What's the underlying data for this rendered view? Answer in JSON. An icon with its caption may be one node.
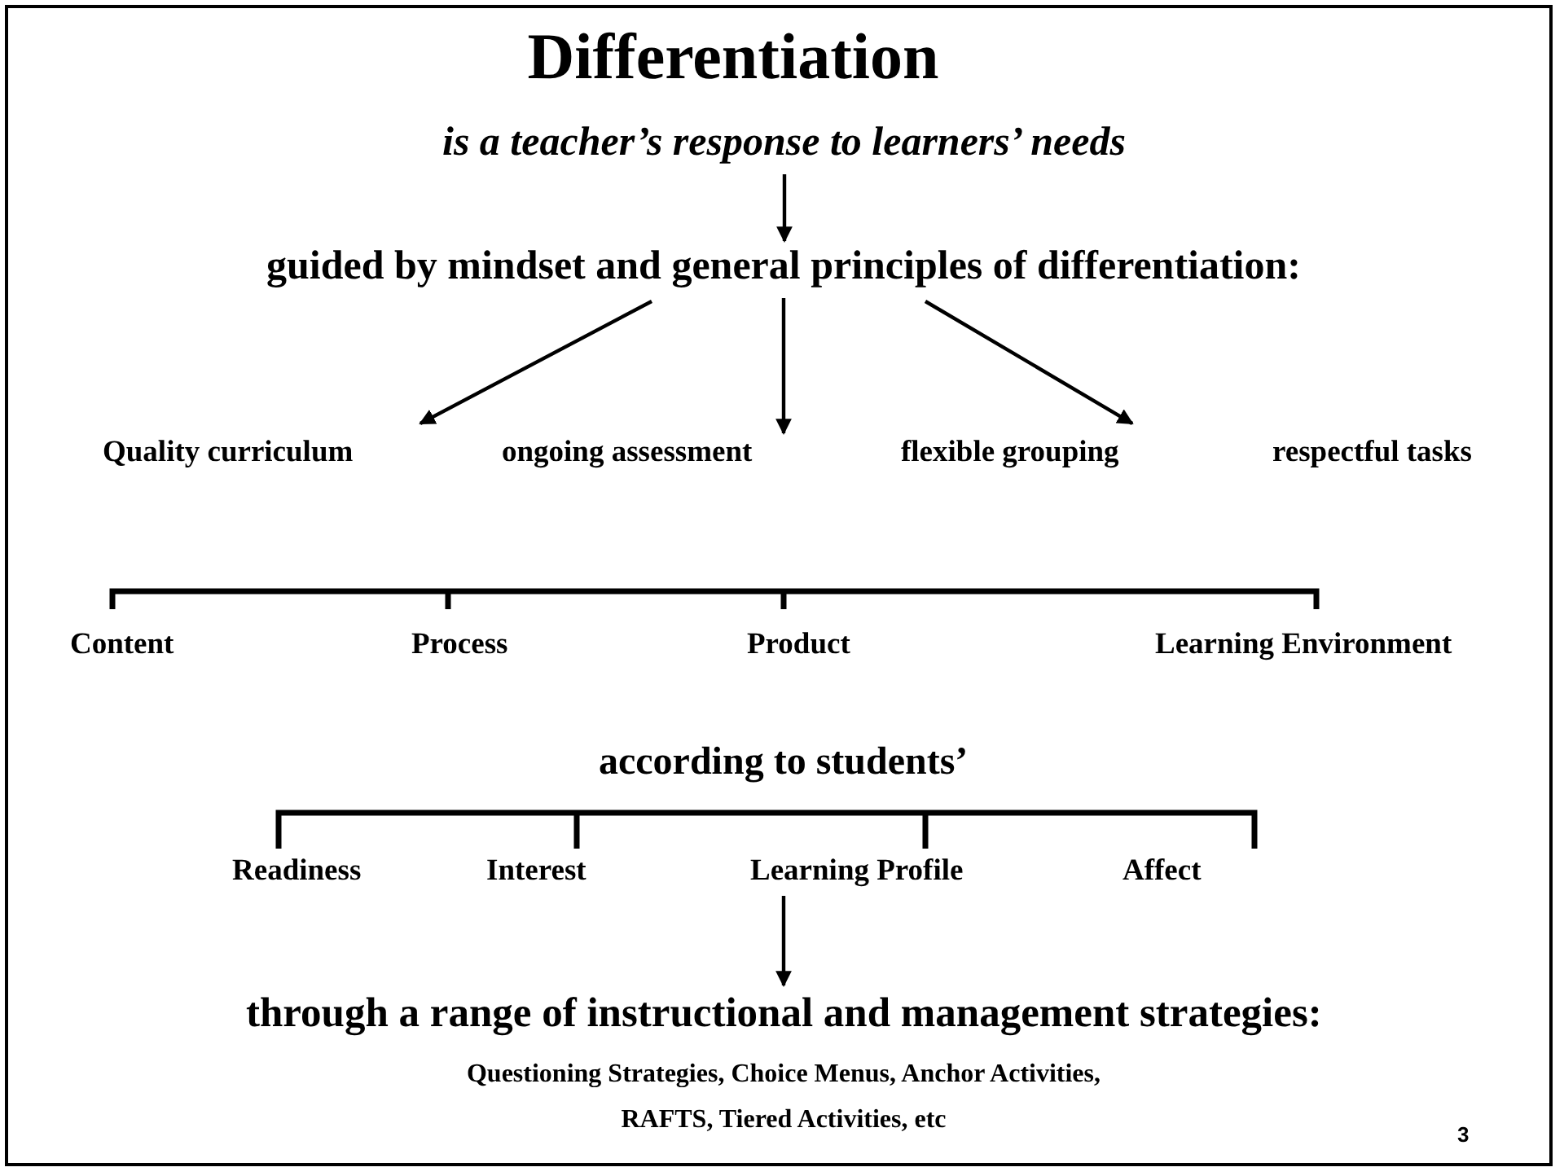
{
  "diagram": {
    "title": "Differentiation",
    "nodes": [
      {
        "text": [
          "is a teacher’s response to learners’ needs"
        ]
      },
      {
        "text": [
          "guided by mindset and general principles of differentiation:"
        ]
      },
      {
        "text": [
          "Quality curriculum"
        ]
      },
      {
        "text": [
          "ongoing assessment"
        ]
      },
      {
        "text": [
          "flexible grouping"
        ]
      },
      {
        "text": [
          "respectful tasks"
        ]
      },
      {
        "text": [
          "Content"
        ]
      },
      {
        "text": [
          "Process"
        ]
      },
      {
        "text": [
          "Product"
        ]
      },
      {
        "text": [
          "Learning Environment"
        ]
      },
      {
        "text": [
          "according to students’"
        ]
      },
      {
        "text": [
          "Readiness"
        ]
      },
      {
        "text": [
          "Interest"
        ]
      },
      {
        "text": [
          "Learning Profile"
        ]
      },
      {
        "text": [
          "Affect"
        ]
      },
      {
        "text": [
          "through a range of instructional and management strategies:"
        ]
      }
    ],
    "edges": [
      {
        "from": 0,
        "to": 1,
        "arrow": "to"
      },
      {
        "from": 1,
        "to": 2,
        "arrow": "to"
      },
      {
        "from": 1,
        "to": 3,
        "arrow": "to"
      },
      {
        "from": 1,
        "to": 4,
        "arrow": "to"
      },
      {
        "from": 13,
        "to": 15,
        "arrow": "to"
      }
    ],
    "labels": [
      "Questioning Strategies, Choice Menus, Anchor Activities, RAFTS, Tiered Activities,  etc",
      "3"
    ]
  }
}
